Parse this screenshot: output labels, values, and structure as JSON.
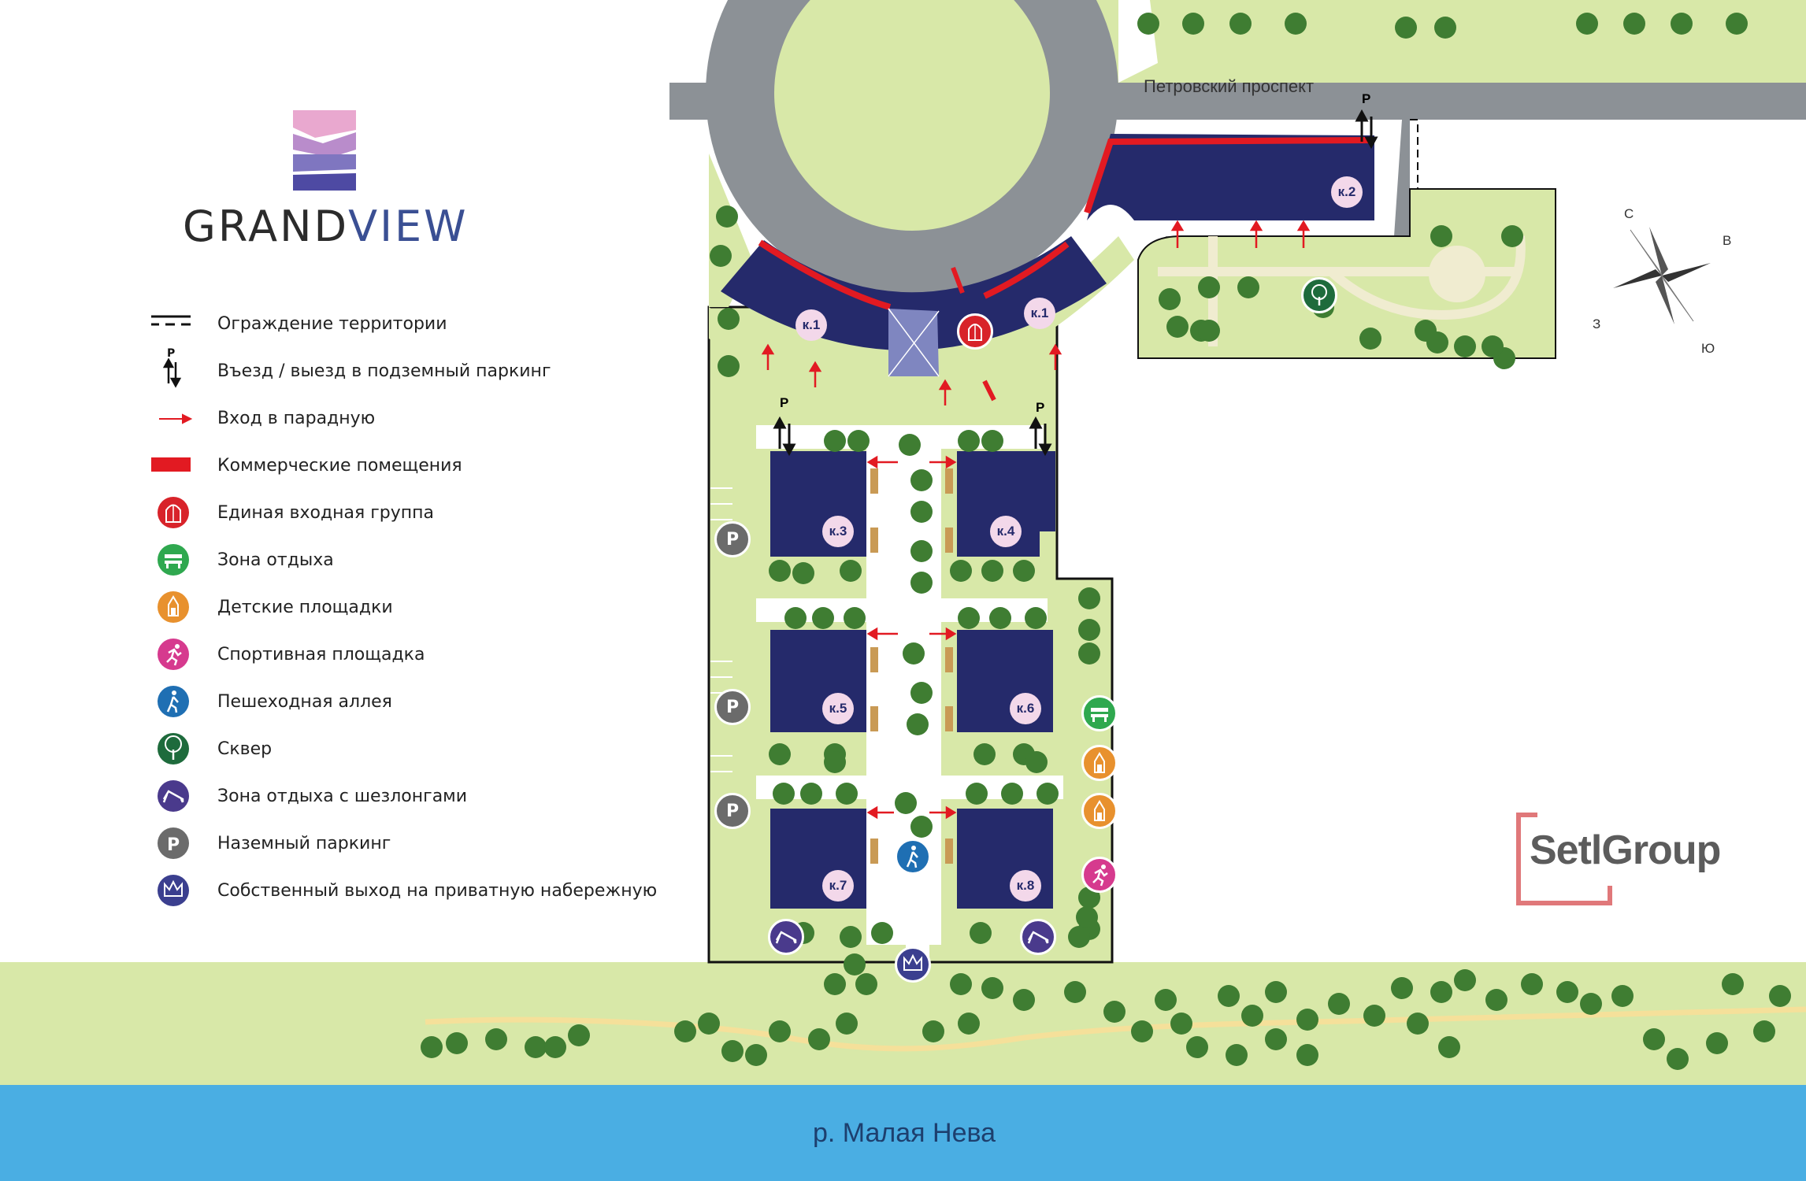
{
  "brand": {
    "name_part1": "GRAND",
    "name_part2": "VIEW",
    "developer": "SetlGroup",
    "colors": {
      "navy": "#2a2f6e",
      "violet": "#5a4ea8",
      "pink": "#e9a0c8",
      "setl_red": "#e0787a",
      "setl_gray": "#5c5c5c"
    }
  },
  "legend": [
    {
      "icon": "fence-line-icon",
      "label": "Ограждение территории"
    },
    {
      "icon": "parking-entrance-arrows-icon",
      "label": "Въезд / выезд в подземный паркинг"
    },
    {
      "icon": "red-arrow-icon",
      "label": "Вход в парадную"
    },
    {
      "icon": "red-bar-icon",
      "label": "Коммерческие помещения"
    },
    {
      "icon": "entrance-group-icon",
      "label": "Единая входная группа",
      "color": "#d8232a"
    },
    {
      "icon": "bench-icon",
      "label": "Зона отдыха",
      "color": "#2fa84f"
    },
    {
      "icon": "playground-icon",
      "label": "Детские площадки",
      "color": "#e8912e"
    },
    {
      "icon": "runner-icon",
      "label": "Спортивная площадка",
      "color": "#d63a8e"
    },
    {
      "icon": "pedestrian-icon",
      "label": "Пешеходная аллея",
      "color": "#1f6fb3"
    },
    {
      "icon": "tree-icon",
      "label": "Сквер",
      "color": "#1e6b3c"
    },
    {
      "icon": "sunbed-icon",
      "label": "Зона отдыха с шезлонгами",
      "color": "#4a3a8c"
    },
    {
      "icon": "parking-icon",
      "label": "Наземный паркинг",
      "color": "#6b6b6b"
    },
    {
      "icon": "crown-icon",
      "label": "Собственный выход на приватную набережную",
      "color": "#3b3f8f"
    }
  ],
  "map": {
    "street_label": "Петровский проспект",
    "river_label": "р. Малая Нева",
    "parking_letter": "P",
    "buildings": [
      "к.1",
      "к.1",
      "к.2",
      "к.3",
      "к.4",
      "к.5",
      "к.6",
      "к.7",
      "к.8"
    ],
    "compass": {
      "north": "С",
      "east": "В",
      "south": "Ю",
      "west": "З"
    },
    "colors": {
      "building": "#252a6b",
      "lawn": "#d8e8a8",
      "road": "#8c9196",
      "river": "#4aaee3",
      "commercial": "#e21a22",
      "path": "#f0ecd0",
      "embankment_path": "#f5e09a",
      "tree": "#3f7d32"
    }
  }
}
